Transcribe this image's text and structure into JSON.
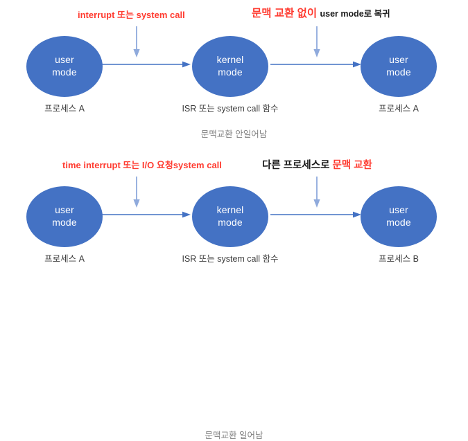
{
  "diagram": {
    "rows": [
      {
        "id": "no-context-switch",
        "nodes": [
          {
            "line1": "user",
            "line2": "mode",
            "caption": "프로세스 A"
          },
          {
            "line1": "kernel",
            "line2": "mode",
            "caption": "ISR 또는 system call 함수"
          },
          {
            "line1": "user",
            "line2": "mode",
            "caption": "프로세스 A"
          }
        ],
        "annotations": [
          {
            "red": "interrupt 또는 system call",
            "black": ""
          },
          {
            "red": "문맥 교환 없이 ",
            "black": "user mode로 복귀"
          }
        ],
        "summary": "문맥교환 안일어남"
      },
      {
        "id": "context-switch",
        "nodes": [
          {
            "line1": "user",
            "line2": "mode",
            "caption": "프로세스 A"
          },
          {
            "line1": "kernel",
            "line2": "mode",
            "caption": "ISR 또는 system call 함수"
          },
          {
            "line1": "user",
            "line2": "mode",
            "caption": "프로세스 B"
          }
        ],
        "annotations": [
          {
            "red": "time interrupt 또는 I/O 요청system call",
            "black": ""
          },
          {
            "red": "",
            "black": "다른 프로세스로 ",
            "red2": "문맥 교환"
          }
        ],
        "summary": "문맥교환 일어남"
      }
    ],
    "colors": {
      "node_fill": "#4472C4",
      "node_text": "#FFFFFF",
      "horizontal_arrow": "#4472C4",
      "vertical_arrow": "#8FAADC",
      "annotation_red": "#FF3B30",
      "annotation_black": "#1A1A1A",
      "summary_gray": "#808080"
    }
  }
}
